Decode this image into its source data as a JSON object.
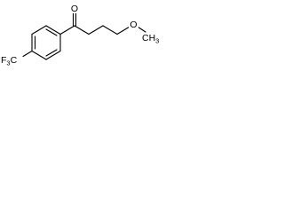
{
  "molecule": {
    "atoms": {
      "carbonyl_oxygen": "O",
      "ether_oxygen": "O",
      "methyl_group": "CH",
      "methyl_subscript": "3",
      "trifluoromethyl_group": "F",
      "trifluoromethyl_carbon": "C",
      "trifluoromethyl_count": "3"
    }
  }
}
